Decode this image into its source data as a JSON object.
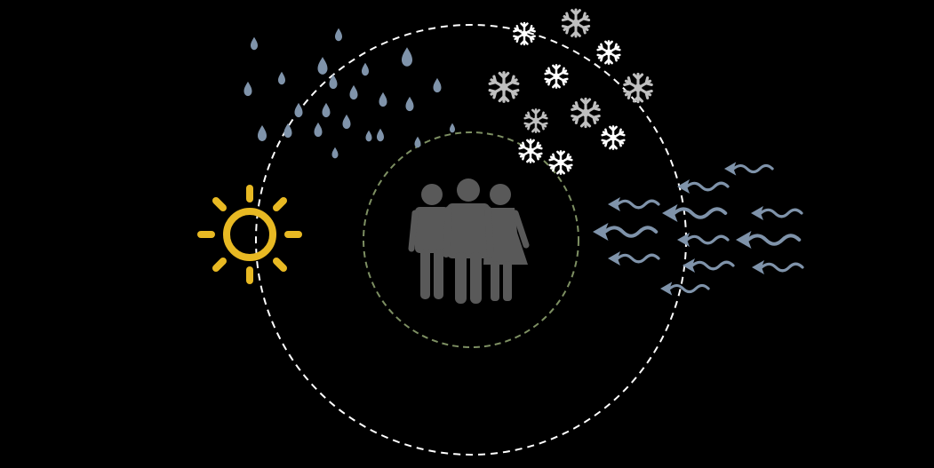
{
  "diagram": {
    "background_color": "#000000",
    "outer_ring": {
      "label": "",
      "stroke_color": "#ffffff"
    },
    "inner_ring": {
      "label": "",
      "stroke_color": "#7d8f62"
    },
    "people": {
      "icon": "people-group-icon",
      "members": [
        "man-icon",
        "man-icon",
        "woman-icon"
      ],
      "fill_color": "#595959"
    },
    "weather_elements": [
      {
        "id": "sun",
        "icon": "sun-icon",
        "color": "#e8b923"
      },
      {
        "id": "rain",
        "icon": "raindrop-icon",
        "color": "#7f93aa"
      },
      {
        "id": "snow",
        "icon": "snowflake-icon",
        "colors": [
          "#ffffff",
          "#bfbfbf"
        ]
      },
      {
        "id": "wind",
        "icon": "wind-arrow-icon",
        "color": "#7f93aa"
      }
    ]
  }
}
